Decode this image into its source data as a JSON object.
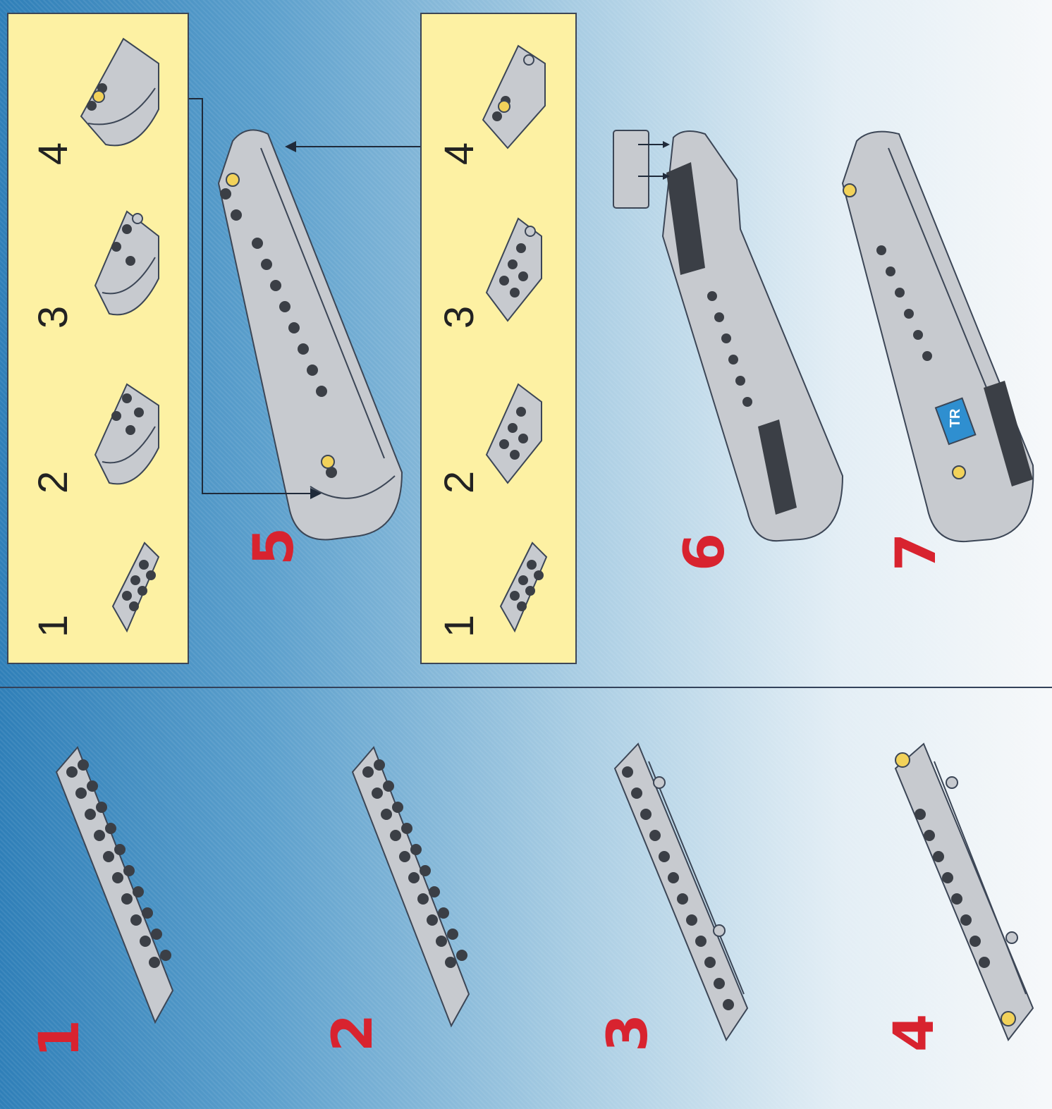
{
  "colors": {
    "step_number": "#d8232f",
    "subassembly_panel": "#fdf1a3",
    "background_left": "#2f7fb8",
    "background_right": "#f6f8fa",
    "brick_gray": "#c7cacf",
    "brick_dark": "#3b3f46",
    "stud_yellow": "#f2d25a",
    "sticker_blue": "#2f8fd0"
  },
  "steps": [
    {
      "number": "1"
    },
    {
      "number": "2"
    },
    {
      "number": "3"
    },
    {
      "number": "4"
    },
    {
      "number": "5"
    },
    {
      "number": "6"
    },
    {
      "number": "7"
    }
  ],
  "subassembly_a": {
    "substeps": [
      "1",
      "2",
      "3",
      "4"
    ]
  },
  "subassembly_b": {
    "substeps": [
      "1",
      "2",
      "3",
      "4"
    ]
  },
  "sticker_text": "TR",
  "icons": [
    "brick-plate-icon",
    "cab-subassembly-icon",
    "arrow-icon"
  ]
}
